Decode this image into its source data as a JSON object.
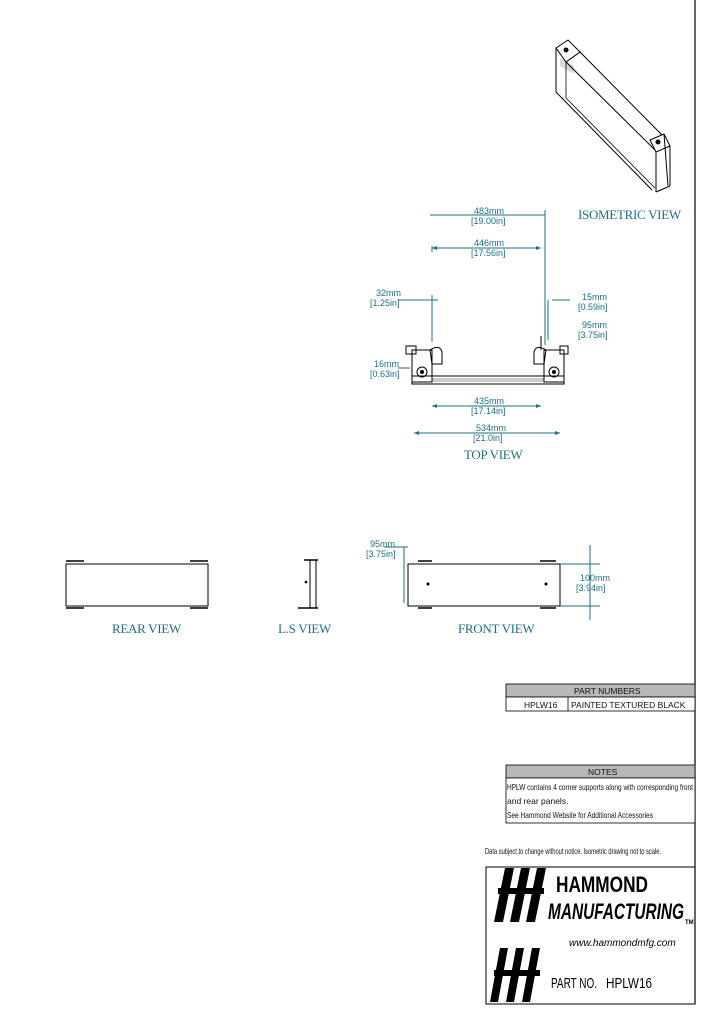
{
  "views": {
    "isometric": "ISOMETRIC VIEW",
    "top": "TOP VIEW",
    "rear": "REAR VIEW",
    "ls": "L.S VIEW",
    "front": "FRONT VIEW"
  },
  "dimensions": {
    "overall_top_mm": "483mm",
    "overall_top_in": "[19.00in]",
    "inner_top_mm": "446mm",
    "inner_top_in": "[17.56in]",
    "left_depth_mm": "32mm",
    "left_depth_in": "[1.25in]",
    "right_small_mm": "15mm",
    "right_small_in": "[0.59in]",
    "right_depth_mm": "95mm",
    "right_depth_in": "[3.75in]",
    "bracket_mm": "16mm",
    "bracket_in": "[0.63in]",
    "bottom_inner_mm": "435mm",
    "bottom_inner_in": "[17.14in]",
    "bottom_overall_mm": "534mm",
    "bottom_overall_in": "[21.0in]",
    "front_left_mm": "95mm",
    "front_left_in": "[3.75in]",
    "front_right_mm": "100mm",
    "front_right_in": "[3.94in]"
  },
  "part_numbers": {
    "header": "PART NUMBERS",
    "rows": [
      {
        "part": "HPLW16",
        "description": "PAINTED TEXTURED BLACK"
      }
    ]
  },
  "notes": {
    "header": "NOTES",
    "lines": [
      "HPLW contains 4 corner supports along with corresponding front",
      "and rear panels.",
      "See Hammond Website for Additional Accessories"
    ]
  },
  "disclaimer": "Data subject to change without notice. Isometric drawing not to scale.",
  "title_block": {
    "company_line1": "HAMMOND",
    "company_line2": "MANUFACTURING",
    "tm": "TM",
    "website": "www.hammondmfg.com",
    "part_label": "PART NO.",
    "part_number": "HPLW16"
  }
}
